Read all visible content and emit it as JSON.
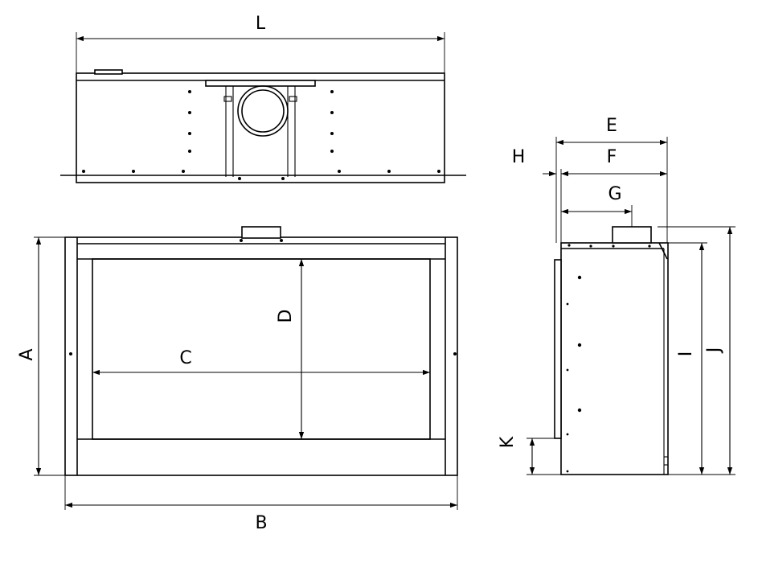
{
  "dimension_labels": {
    "L": "L",
    "A": "A",
    "B": "B",
    "C": "C",
    "D": "D",
    "E": "E",
    "F": "F",
    "G": "G",
    "H": "H",
    "I": "I",
    "J": "J",
    "K": "K"
  },
  "colors": {
    "line": "#000000",
    "background": "#ffffff"
  }
}
